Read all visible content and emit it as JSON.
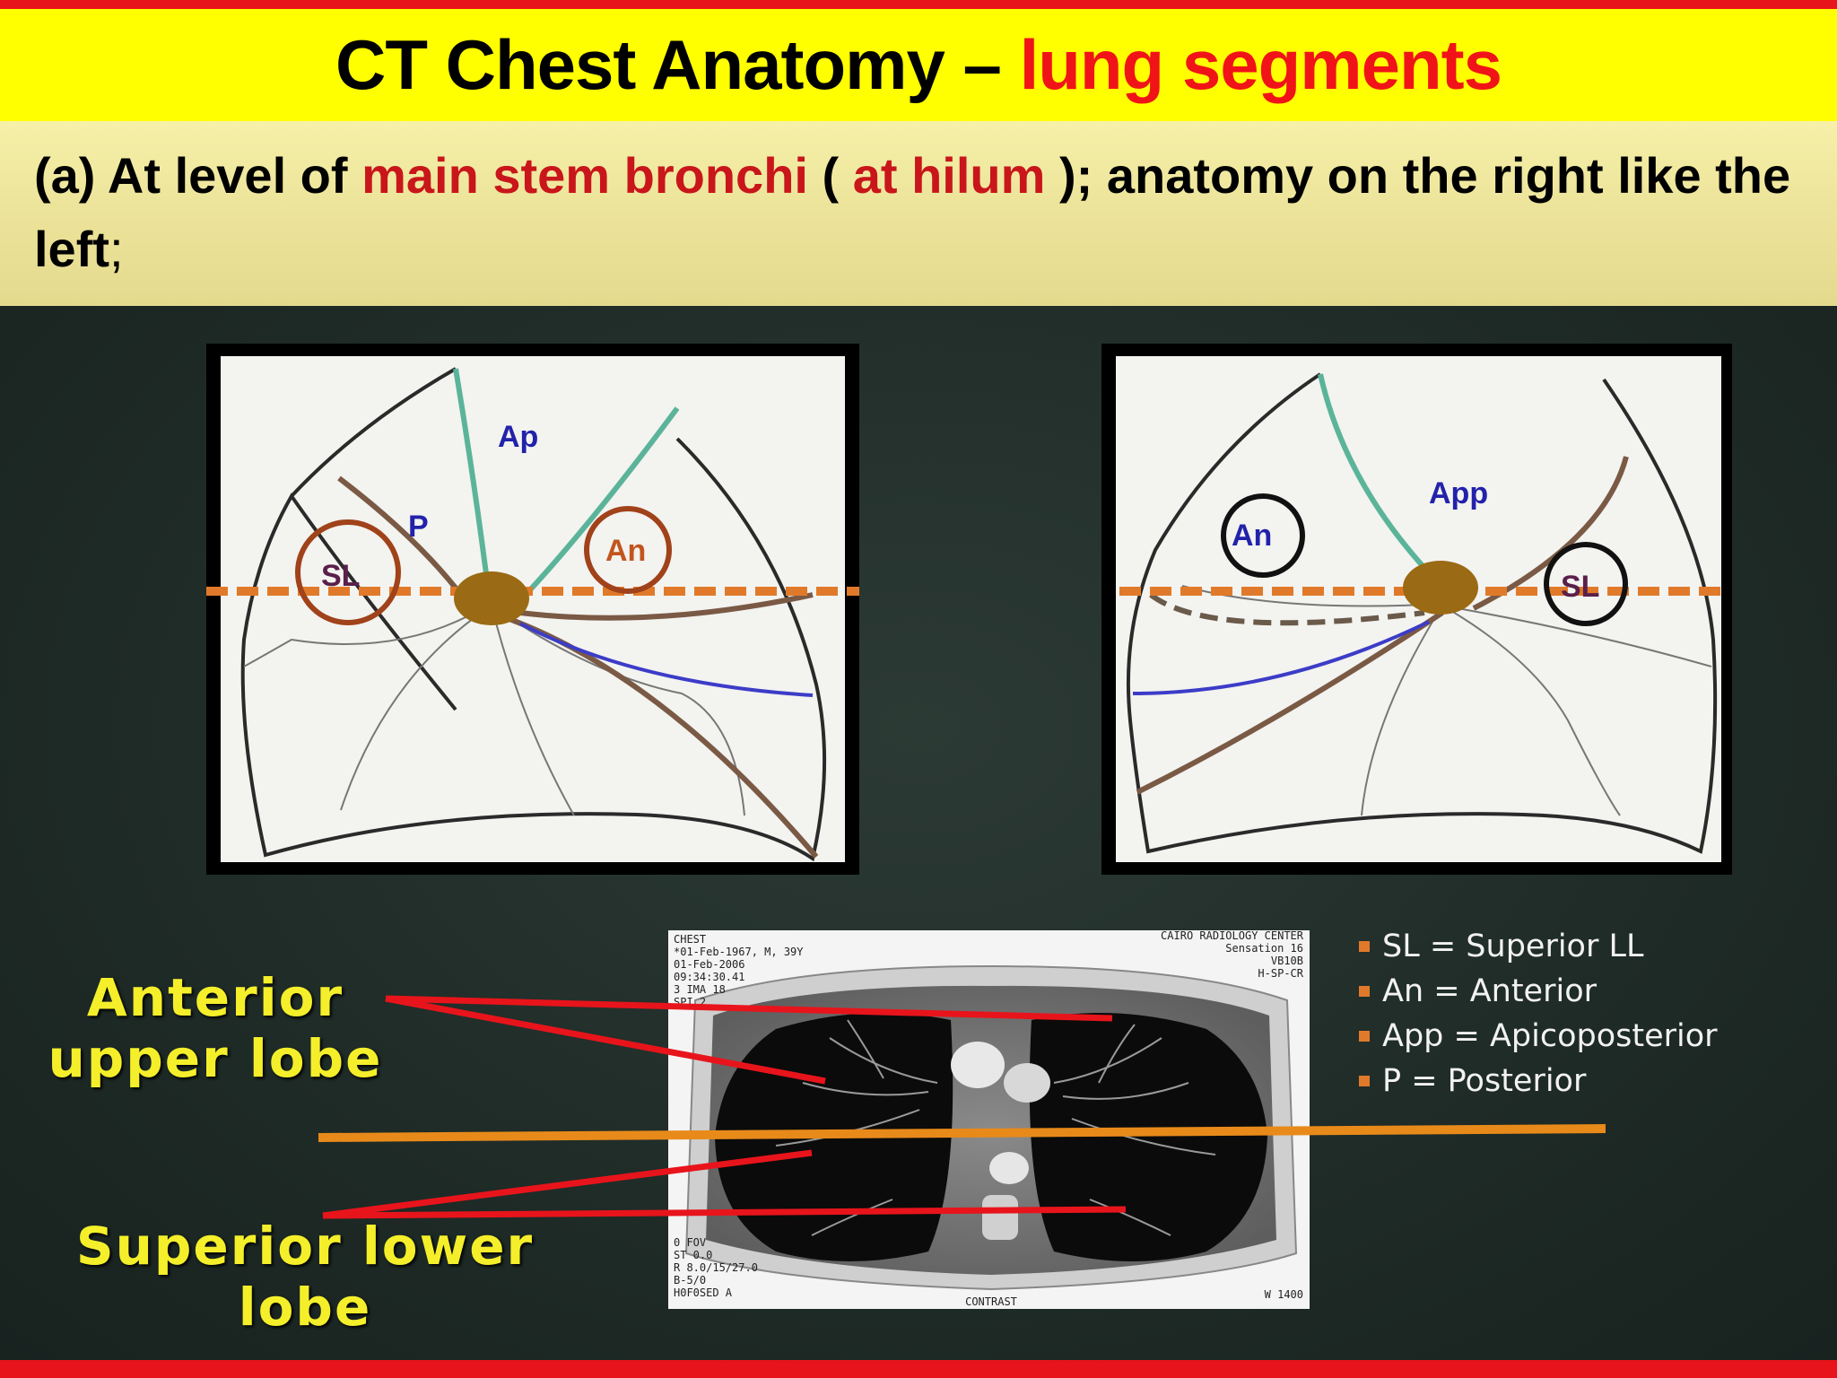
{
  "title": {
    "main": "CT Chest Anatomy – ",
    "highlight": "lung segments"
  },
  "subtitle": {
    "part1": "(a) At level of ",
    "red1": "main stem bronchi",
    "part2": " ( ",
    "red2": "at hilum",
    "part3": " ); anatomy on the right like the left",
    "part4": ";"
  },
  "left_diagram": {
    "ap": "Ap",
    "p": "P",
    "sl": "SL",
    "an": "An"
  },
  "right_diagram": {
    "an": "An",
    "app": "App",
    "sl": "SL"
  },
  "labels": {
    "anterior_line1": "Anterior",
    "anterior_line2": "upper lobe",
    "superior_line1": "Superior lower",
    "superior_line2": "lobe"
  },
  "ct_scan": {
    "header_left": [
      "CHEST",
      "*01-Feb-1967, M, 39Y",
      "01-Feb-2006",
      "09:34:30.41",
      "3 IMA 18",
      "SPI 2"
    ],
    "header_right": [
      "CAIRO RADIOLOGY CENTER",
      "Sensation 16",
      "VB10B",
      "H-SP-CR"
    ],
    "footer_left": [
      "0 FOV",
      "ST 0.0",
      "R 8.0/15/27.0",
      "B-5/0",
      "H0F0SED A"
    ],
    "footer_center": "CONTRAST",
    "footer_right": "W 1400"
  },
  "legend": [
    "SL = Superior LL",
    "An = Anterior",
    "App = Apicoposterior",
    "P = Posterior"
  ],
  "colors": {
    "title_bar": "#ffff00",
    "accent_red": "#f01418",
    "label_yellow": "#f4ef2a",
    "orange_line": "#e07a2a",
    "hilum": "#9a6a14"
  }
}
